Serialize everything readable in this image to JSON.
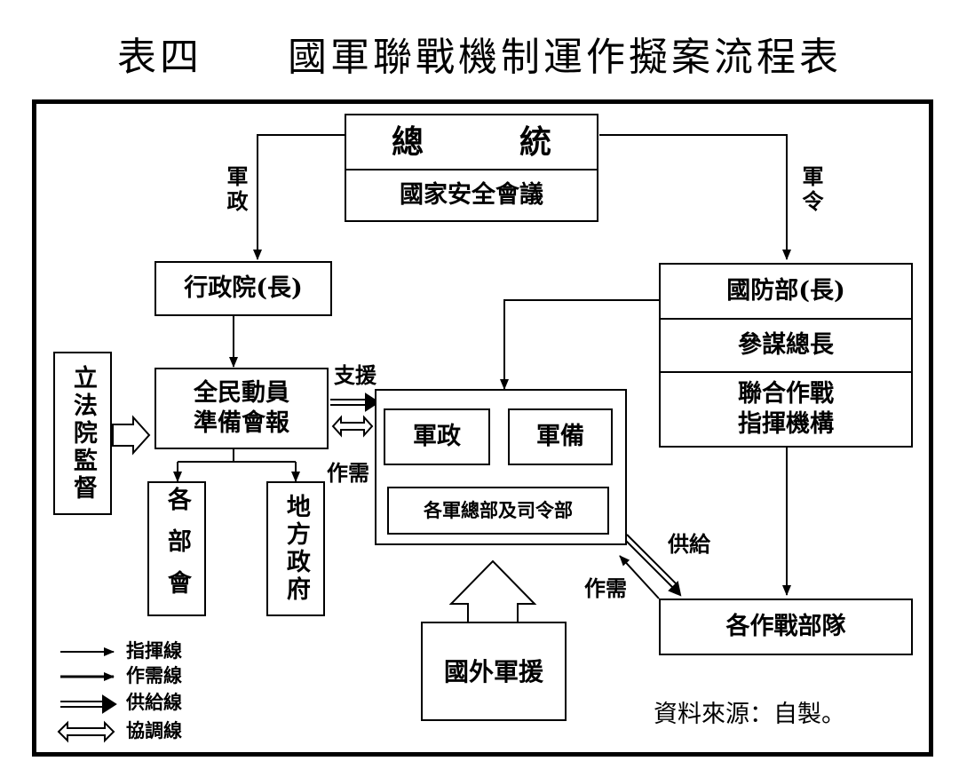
{
  "title": {
    "table_no": "表四",
    "name": "國軍聯戰機制運作擬案流程表"
  },
  "nodes": {
    "president": "總　　　統",
    "nsc": "國家安全會議",
    "executive_yuan": "行政院(長)",
    "mod": "國防部(長)",
    "chief_of_staff": "參謀總長",
    "joint_command": "聯合作戰\n指揮機構",
    "mobilization": "全民動員\n準備會報",
    "ministries": "各部會",
    "local_gov": "地方政府",
    "legislative": "立法院監督",
    "military_admin": "軍政",
    "military_prep": "軍備",
    "hq_commands": "各軍總部及司令部",
    "combat_units": "各作戰部隊",
    "foreign_aid": "國外軍援"
  },
  "edge_labels": {
    "admin": "軍政",
    "command": "軍令",
    "support": "支援",
    "ops_need_1": "作需",
    "supply": "供給",
    "ops_need_2": "作需"
  },
  "legend": {
    "command_line": "指揮線",
    "ops_need_line": "作需線",
    "supply_line": "供給線",
    "coordination_line": "協調線"
  },
  "source": "資料來源：自製。"
}
